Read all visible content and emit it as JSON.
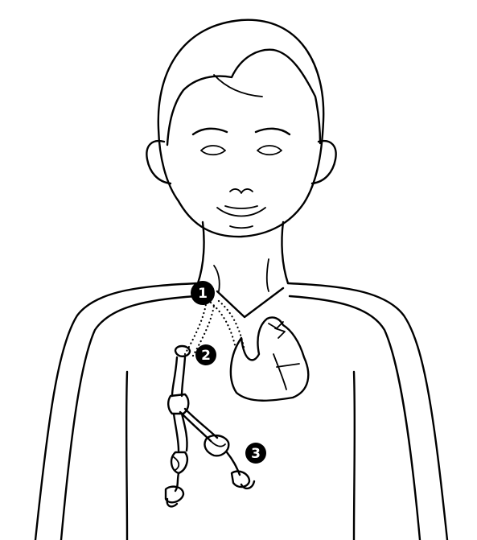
{
  "markers": [
    {
      "id": 1,
      "label": "1"
    },
    {
      "id": 2,
      "label": "2"
    },
    {
      "id": 3,
      "label": "3"
    }
  ],
  "colors": {
    "ink": "#000000",
    "background": "#ffffff"
  }
}
